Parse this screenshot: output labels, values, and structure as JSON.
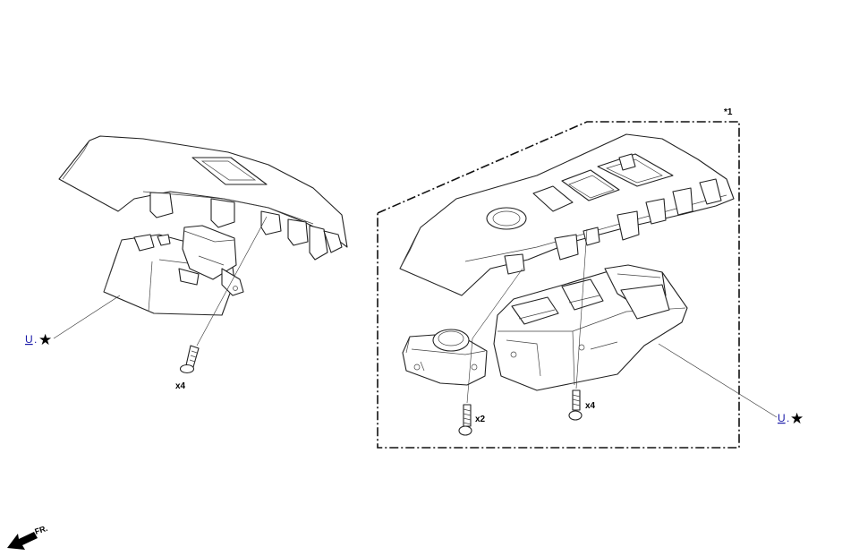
{
  "diagram": {
    "left_group": {
      "screw_qty": "x4",
      "ref_link": "U",
      "ref_star": "★"
    },
    "right_group": {
      "note_marker": "*1",
      "screw_small_qty": "x2",
      "screw_main_qty": "x4",
      "ref_link": "U",
      "ref_star": "★"
    },
    "front_indicator": {
      "label": "FR."
    }
  }
}
